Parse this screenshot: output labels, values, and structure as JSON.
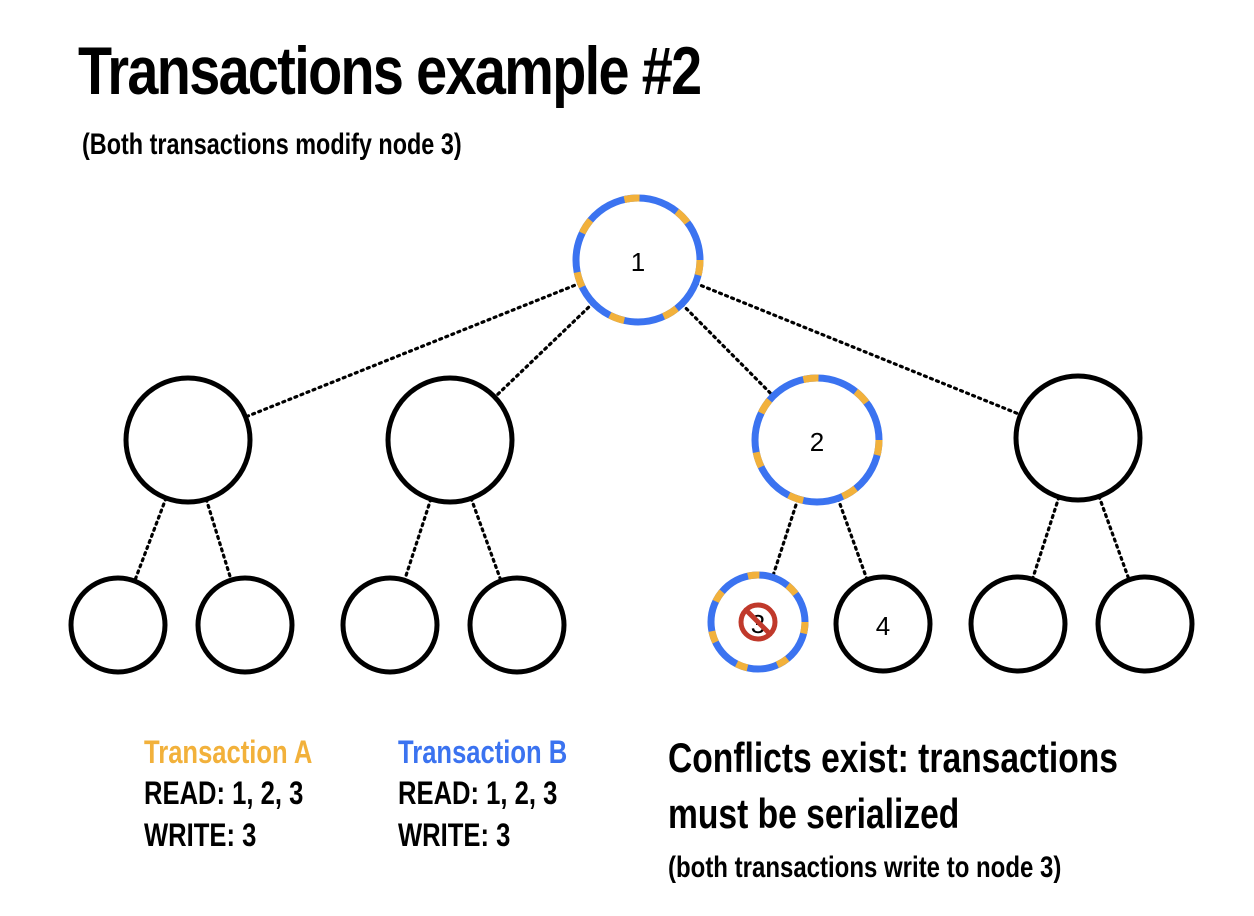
{
  "title": "Transactions example #2",
  "subtitle": "(Both transactions modify node 3)",
  "colors": {
    "transaction_a": "#F2B13B",
    "transaction_b": "#3B73F0",
    "forbidden": "#C0392B"
  },
  "tree": {
    "root": {
      "label": "1",
      "marked": true
    },
    "level1": [
      {
        "label": "",
        "marked": false
      },
      {
        "label": "",
        "marked": false
      },
      {
        "label": "2",
        "marked": true
      },
      {
        "label": "",
        "marked": false
      }
    ],
    "level2": [
      {
        "label": "",
        "marked": false
      },
      {
        "label": "",
        "marked": false
      },
      {
        "label": "",
        "marked": false
      },
      {
        "label": "",
        "marked": false
      },
      {
        "label": "3",
        "marked": true,
        "conflict_icon": "forbidden-icon"
      },
      {
        "label": "4",
        "marked": false
      },
      {
        "label": "",
        "marked": false
      },
      {
        "label": "",
        "marked": false
      }
    ]
  },
  "transactions": {
    "a": {
      "name": "Transaction A",
      "read": "READ: 1, 2, 3",
      "write": "WRITE: 3"
    },
    "b": {
      "name": "Transaction B",
      "read": "READ: 1, 2, 3",
      "write": "WRITE: 3"
    }
  },
  "conclusion": {
    "line1": "Conflicts exist: transactions",
    "line2": "must be serialized",
    "note": "(both transactions write to node 3)"
  }
}
